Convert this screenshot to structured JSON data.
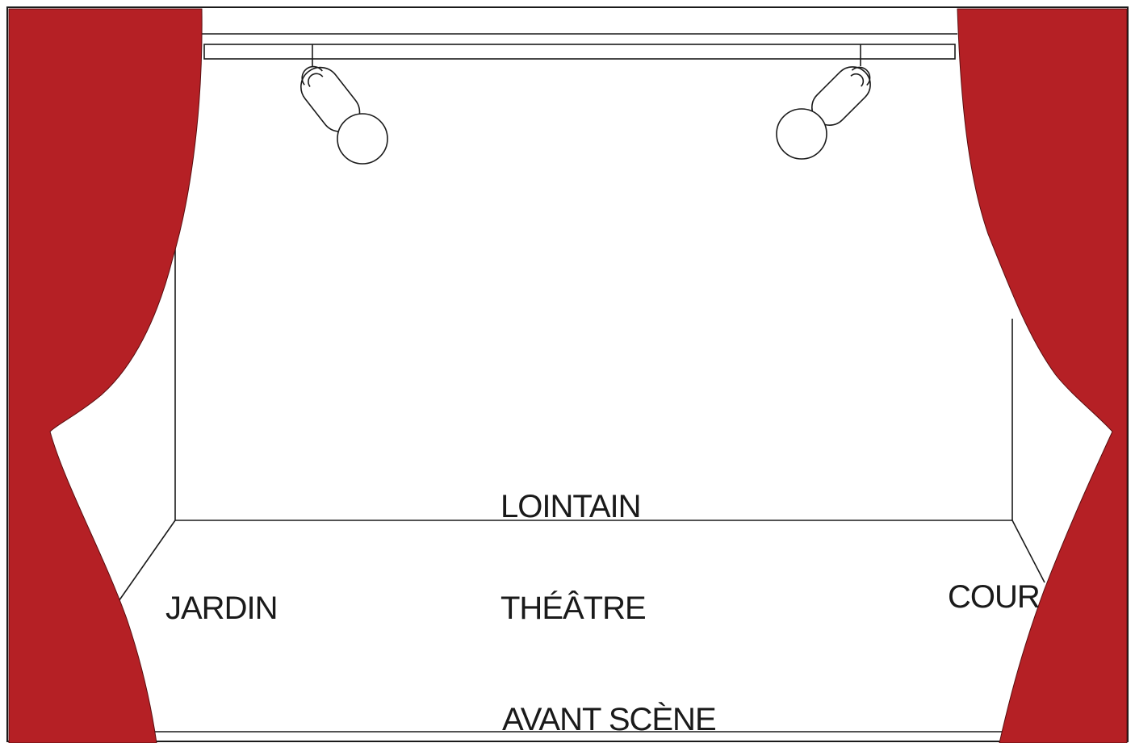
{
  "labels": {
    "upstage": "LOINTAIN",
    "stage_left": "JARDIN",
    "center": "THÉÂTRE",
    "stage_right": "COUR",
    "downstage": "AVANT SCÈNE"
  },
  "colors": {
    "curtain": "#b52025",
    "line": "#1a1a1a",
    "background": "#ffffff"
  },
  "icons": [
    "spotlight-left-icon",
    "spotlight-right-icon"
  ]
}
